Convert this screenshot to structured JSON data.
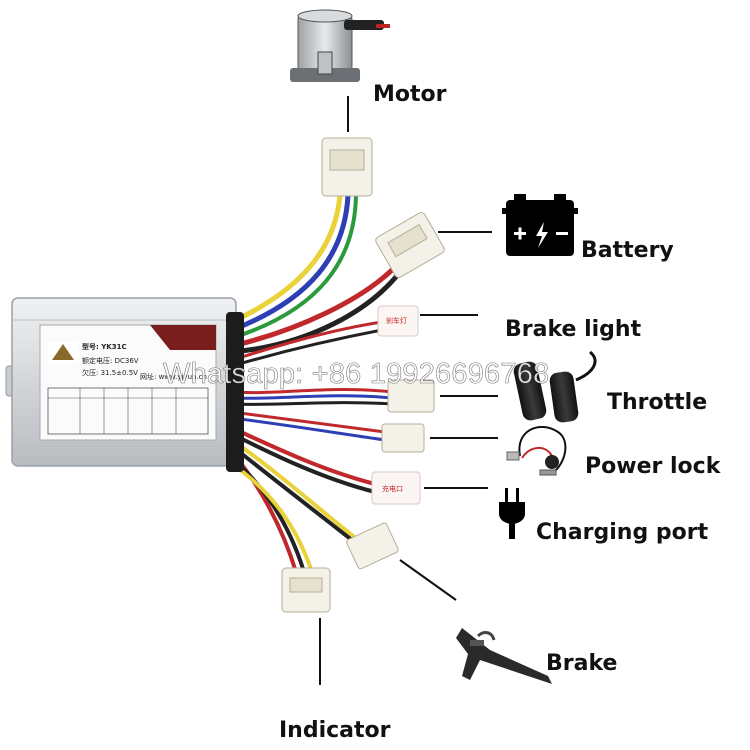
{
  "labels": {
    "motor": "Motor",
    "battery": "Battery",
    "brake_light": "Brake light",
    "throttle": "Throttle",
    "power_lock": "Power lock",
    "charging_port": "Charging port",
    "brake": "Brake",
    "indicator": "Indicator"
  },
  "controller": {
    "model": "型号: YK31C",
    "rated_voltage": "额定电压: DC36V",
    "under_voltage": "欠压: 31.5±0.5V",
    "website": "网址: www.yiyun.cn"
  },
  "tags": {
    "brake_light_tag": "刹车灯",
    "charging_tag": "充电口"
  },
  "watermark": "Whatsapp: +86 19926696768",
  "colors": {
    "wire_yellow": "#e9d23a",
    "wire_blue": "#2d3fb5",
    "wire_red": "#c0282b",
    "wire_black": "#222222",
    "controller_body": "#d8dadc",
    "connector": "#f4f1e8"
  }
}
